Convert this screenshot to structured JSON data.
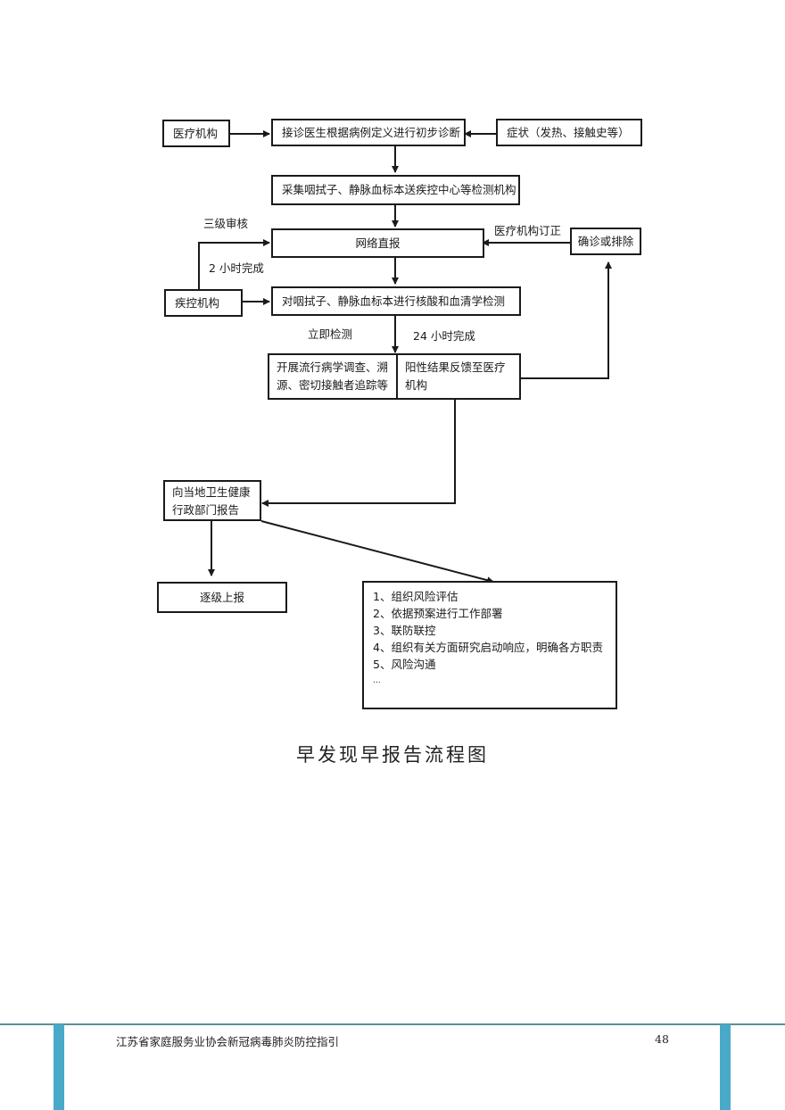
{
  "flowchart": {
    "boxes": {
      "medical_institution": "医疗机构",
      "initial_diagnosis": "接诊医生根据病例定义进行初步诊断",
      "symptoms": "症状（发热、接触史等）",
      "sample_collection": "采集咽拭子、静脉血标本送疾控中心等检测机构",
      "online_report": "网络直报",
      "confirm_or_exclude": "确诊或排除",
      "cdc": "疾控机构",
      "lab_testing": "对咽拭子、静脉血标本进行核酸和血清学检测",
      "epidemiology": "开展流行病学调查、溯源、密切接触者追踪等",
      "positive_feedback": "阳性结果反馈至医疗机构",
      "report_health_dept": "向当地卫生健康行政部门报告",
      "escalate": "逐级上报"
    },
    "labels": {
      "three_level_review": "三级审核",
      "two_hours": "2 小时完成",
      "institution_correction": "医疗机构订正",
      "immediate_test": "立即检测",
      "twenty_four_hours": "24 小时完成"
    },
    "actions": [
      "1、组织风险评估",
      "2、依据预案进行工作部署",
      "3、联防联控",
      "4、组织有关方面研究启动响应，明确各方职责",
      "5、风险沟通",
      "..."
    ]
  },
  "caption": "早发现早报告流程图",
  "footer": {
    "title": "江苏省家庭服务业协会新冠病毒肺炎防控指引",
    "page_number": "48"
  },
  "colors": {
    "accent_bar": "#49a9c9",
    "rule": "#5e8f96",
    "stroke": "#1a1a1a"
  }
}
